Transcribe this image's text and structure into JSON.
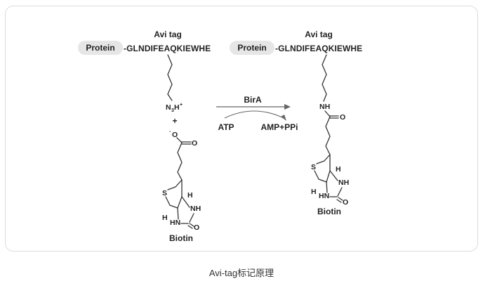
{
  "caption": "Avi-tag标记原理",
  "left": {
    "tag_label": "Avi tag",
    "protein_label": "Protein",
    "sequence": "-GLNDIFEAQKIEWHE",
    "amine": "N",
    "amine_sub": "3",
    "amine_h": "H",
    "amine_charge": "+",
    "plus": "+",
    "carboxylate_charge": "-",
    "carboxylate_o": "O",
    "carbonyl_o": "O",
    "biotin_s": "S",
    "biotin_h_top": "H",
    "biotin_nh_right": "NH",
    "biotin_h_bottom": "H",
    "biotin_hn": "HN",
    "biotin_o": "O",
    "biotin_label": "Biotin"
  },
  "reaction": {
    "enzyme": "BirA",
    "reactant": "ATP",
    "products": "AMP+PPi"
  },
  "right": {
    "tag_label": "Avi tag",
    "protein_label": "Protein",
    "sequence": "-GLNDIFEAQKIEWHE",
    "amide_nh": "NH",
    "carbonyl_o": "O",
    "biotin_s": "S",
    "biotin_h_top": "H",
    "biotin_nh_right": "NH",
    "biotin_h_bottom": "H",
    "biotin_hn": "HN",
    "biotin_o": "O",
    "biotin_label": "Biotin"
  },
  "colors": {
    "protein_pill": "#e6e6e6",
    "frame_border": "#dcdcdc",
    "ink": "#222222",
    "arrow": "#666666"
  }
}
